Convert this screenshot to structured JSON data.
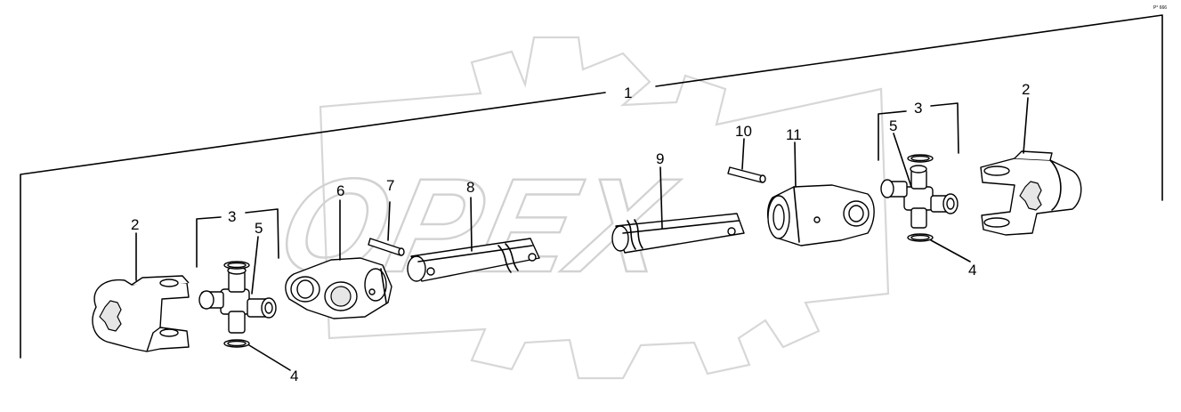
{
  "diagram": {
    "watermark": "OPEX",
    "reference_code": "P° 666",
    "callouts": [
      {
        "id": "c1",
        "text": "1"
      },
      {
        "id": "c2-left",
        "text": "2"
      },
      {
        "id": "c3-left",
        "text": "3"
      },
      {
        "id": "c5-left",
        "text": "5"
      },
      {
        "id": "c6",
        "text": "6"
      },
      {
        "id": "c7",
        "text": "7"
      },
      {
        "id": "c8",
        "text": "8"
      },
      {
        "id": "c4-left",
        "text": "4"
      },
      {
        "id": "c9",
        "text": "9"
      },
      {
        "id": "c10",
        "text": "10"
      },
      {
        "id": "c11",
        "text": "11"
      },
      {
        "id": "c3-right",
        "text": "3"
      },
      {
        "id": "c5-right",
        "text": "5"
      },
      {
        "id": "c2-right",
        "text": "2"
      },
      {
        "id": "c4-right",
        "text": "4"
      }
    ]
  }
}
